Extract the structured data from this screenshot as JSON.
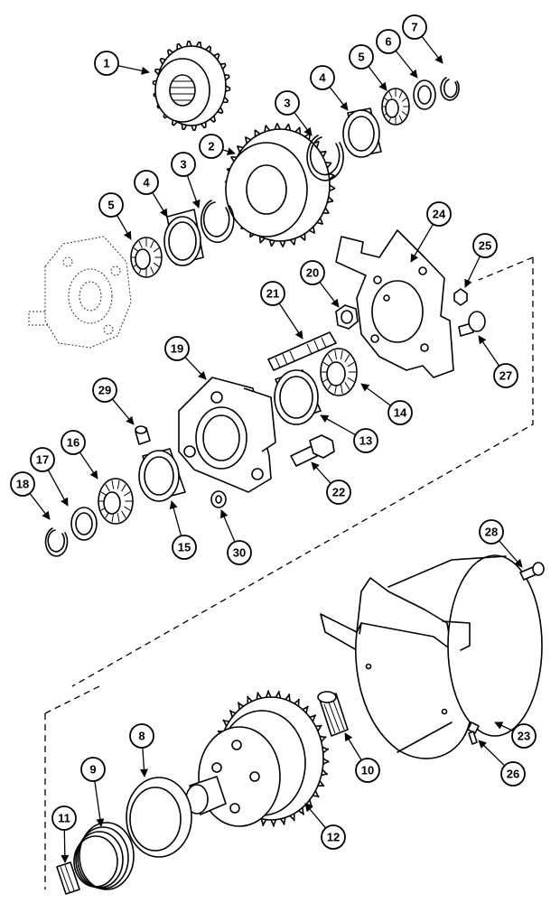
{
  "callouts": {
    "c1": "1",
    "c2": "2",
    "c3a": "3",
    "c3b": "3",
    "c4a": "4",
    "c4b": "4",
    "c5a": "5",
    "c5b": "5",
    "c6": "6",
    "c7": "7",
    "c8": "8",
    "c9": "9",
    "c10": "10",
    "c11": "11",
    "c12": "12",
    "c13": "13",
    "c14": "14",
    "c15": "15",
    "c16": "16",
    "c17": "17",
    "c18": "18",
    "c19": "19",
    "c20": "20",
    "c21": "21",
    "c22": "22",
    "c23": "23",
    "c24": "24",
    "c25": "25",
    "c26": "26",
    "c27": "27",
    "c28": "28",
    "c29": "29",
    "c30": "30"
  }
}
